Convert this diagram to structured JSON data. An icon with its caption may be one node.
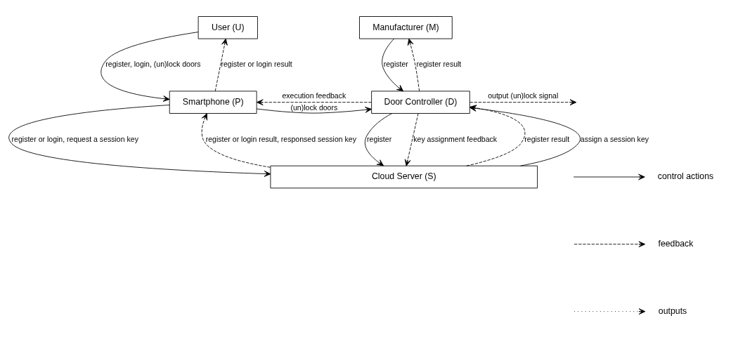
{
  "diagram": {
    "nodes": [
      {
        "text": [
          "User (U)"
        ]
      },
      {
        "text": [
          "Manufacturer (M)"
        ]
      },
      {
        "text": [
          "Smartphone (P)"
        ]
      },
      {
        "text": [
          "Door Controller (D)"
        ]
      },
      {
        "text": [
          "Cloud Server (S)"
        ]
      }
    ],
    "edges": [
      {
        "from": 0,
        "to": 2,
        "arrow": "to",
        "label": "register, login, (un)lock doors"
      },
      {
        "from": 2,
        "to": 0,
        "arrow": "to",
        "label": "register or login result",
        "style": "dashed"
      },
      {
        "from": 1,
        "to": 3,
        "arrow": "to",
        "label": "register"
      },
      {
        "from": 3,
        "to": 1,
        "arrow": "to",
        "label": "register result",
        "style": "dashed"
      },
      {
        "from": 2,
        "to": 3,
        "arrow": "to",
        "label": "(un)lock doors"
      },
      {
        "from": 3,
        "to": 2,
        "arrow": "to",
        "label": "execution feedback",
        "style": "dashed"
      },
      {
        "from": 3,
        "to": null,
        "arrow": "to",
        "label": "output (un)lock signal",
        "style": "dashed"
      },
      {
        "from": 2,
        "to": 4,
        "arrow": "to",
        "label": "register or login, request a session key"
      },
      {
        "from": 4,
        "to": 2,
        "arrow": "to",
        "label": "register or login result, responsed session key",
        "style": "dashed"
      },
      {
        "from": 3,
        "to": 4,
        "arrow": "to",
        "label": "register"
      },
      {
        "from": 4,
        "to": 3,
        "arrow": "to",
        "label": "register result",
        "style": "dashed"
      },
      {
        "from": 4,
        "to": 3,
        "arrow": "to",
        "label": "assign a session key"
      },
      {
        "from": 3,
        "to": 4,
        "arrow": "to",
        "label": "key assignment feedback",
        "style": "dashed"
      }
    ],
    "legend": [
      {
        "text": "control actions"
      },
      {
        "text": "feedback"
      },
      {
        "text": "outputs"
      }
    ]
  }
}
